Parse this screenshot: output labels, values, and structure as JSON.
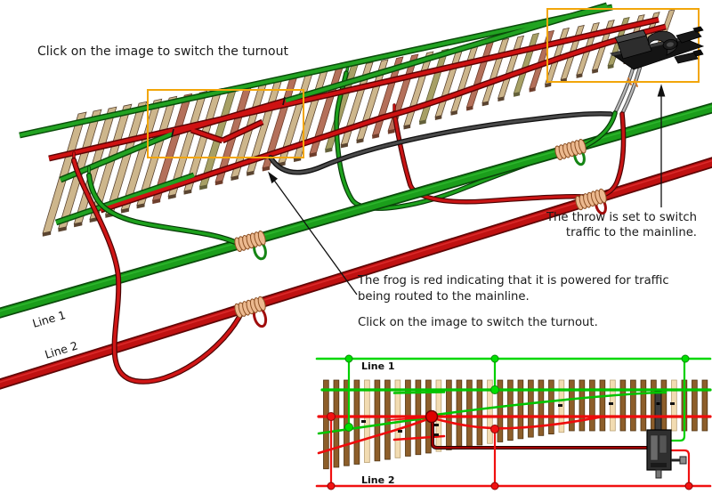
{
  "captions": {
    "top": "Click on the image to switch the turnout",
    "throw_line1": "The throw is set to switch",
    "throw_line2": "traffic to the mainline.",
    "frog_line1": "The frog is red indicating that it is powered for traffic",
    "frog_line2": "being routed to the mainline.",
    "click_again": "Click on the image to switch the turnout."
  },
  "bus_labels": {
    "line1": "Line 1",
    "line2": "Line 2"
  },
  "schematic_labels": {
    "line1": "Line 1",
    "line2": "Line 2"
  },
  "colors": {
    "rail_green": "#22a322",
    "rail_green_dark": "#0b4d0b",
    "rail_red": "#cf1212",
    "rail_red_dark": "#6e0606",
    "bus_green": "#1b9e1b",
    "bus_green_dark": "#0a4a0a",
    "bus_red": "#c01111",
    "bus_red_dark": "#5f0505",
    "schematic_green": "#00d000",
    "schematic_red": "#f01010",
    "frog_red": "#e00000",
    "frog_wire_dark_red": "#a00000",
    "coil_copper": "#ecb98f",
    "coil_copper_dark": "#8a4e22",
    "highlight_orange": "#f2a60a",
    "tie_tan": "#cdb68c",
    "tie_tan_dark": "#5a4430",
    "tie_red": "#b4705a",
    "tie_red_dark": "#6e3d2b",
    "tie_olive": "#a7a065",
    "tie_olive_dark": "#63603a",
    "schematic_tie_brown": "#8d5e2a",
    "schematic_tie_light": "#f2dcb2",
    "machine_black": "#2d2d2d",
    "wire_black": "#3c3c3c",
    "wire_silver": "#b9b9b9",
    "text_color": "#1a1a1a"
  }
}
